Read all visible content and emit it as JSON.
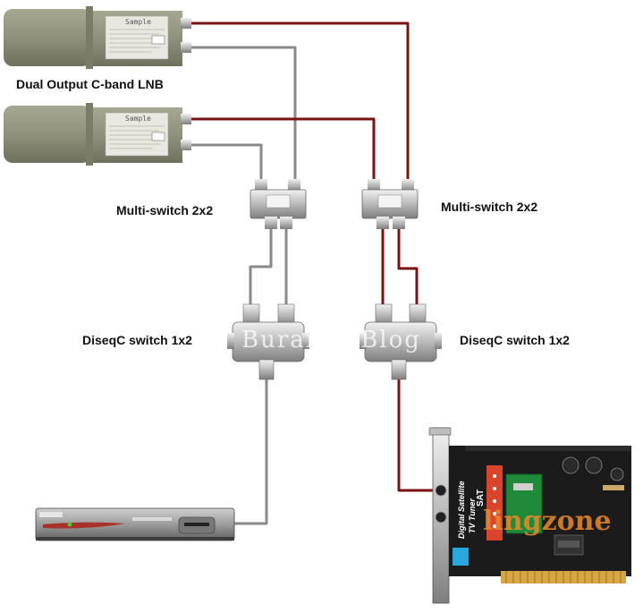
{
  "labels": {
    "lnb": "Dual Output C-band LNB",
    "multiswitch_left": "Multi-switch 2x2",
    "multiswitch_right": "Multi-switch 2x2",
    "diseqc_left": "DiseqC switch 1x2",
    "diseqc_right": "DiseqC switch 1x2"
  },
  "lnb_sticker": {
    "top": "Sample",
    "bottom": "Sample"
  },
  "tuner_card": {
    "line1": "Digital Satellite",
    "line2": "TV Tuner",
    "tag": "SAT"
  },
  "watermarks": {
    "blog": "Buram's Blog",
    "brand": "lingzone"
  },
  "colors": {
    "red_cable": "#7a1414",
    "gray_cable": "#8a8a8a",
    "card_pcb": "#1b1b1b",
    "card_green": "#1e8a3a"
  }
}
